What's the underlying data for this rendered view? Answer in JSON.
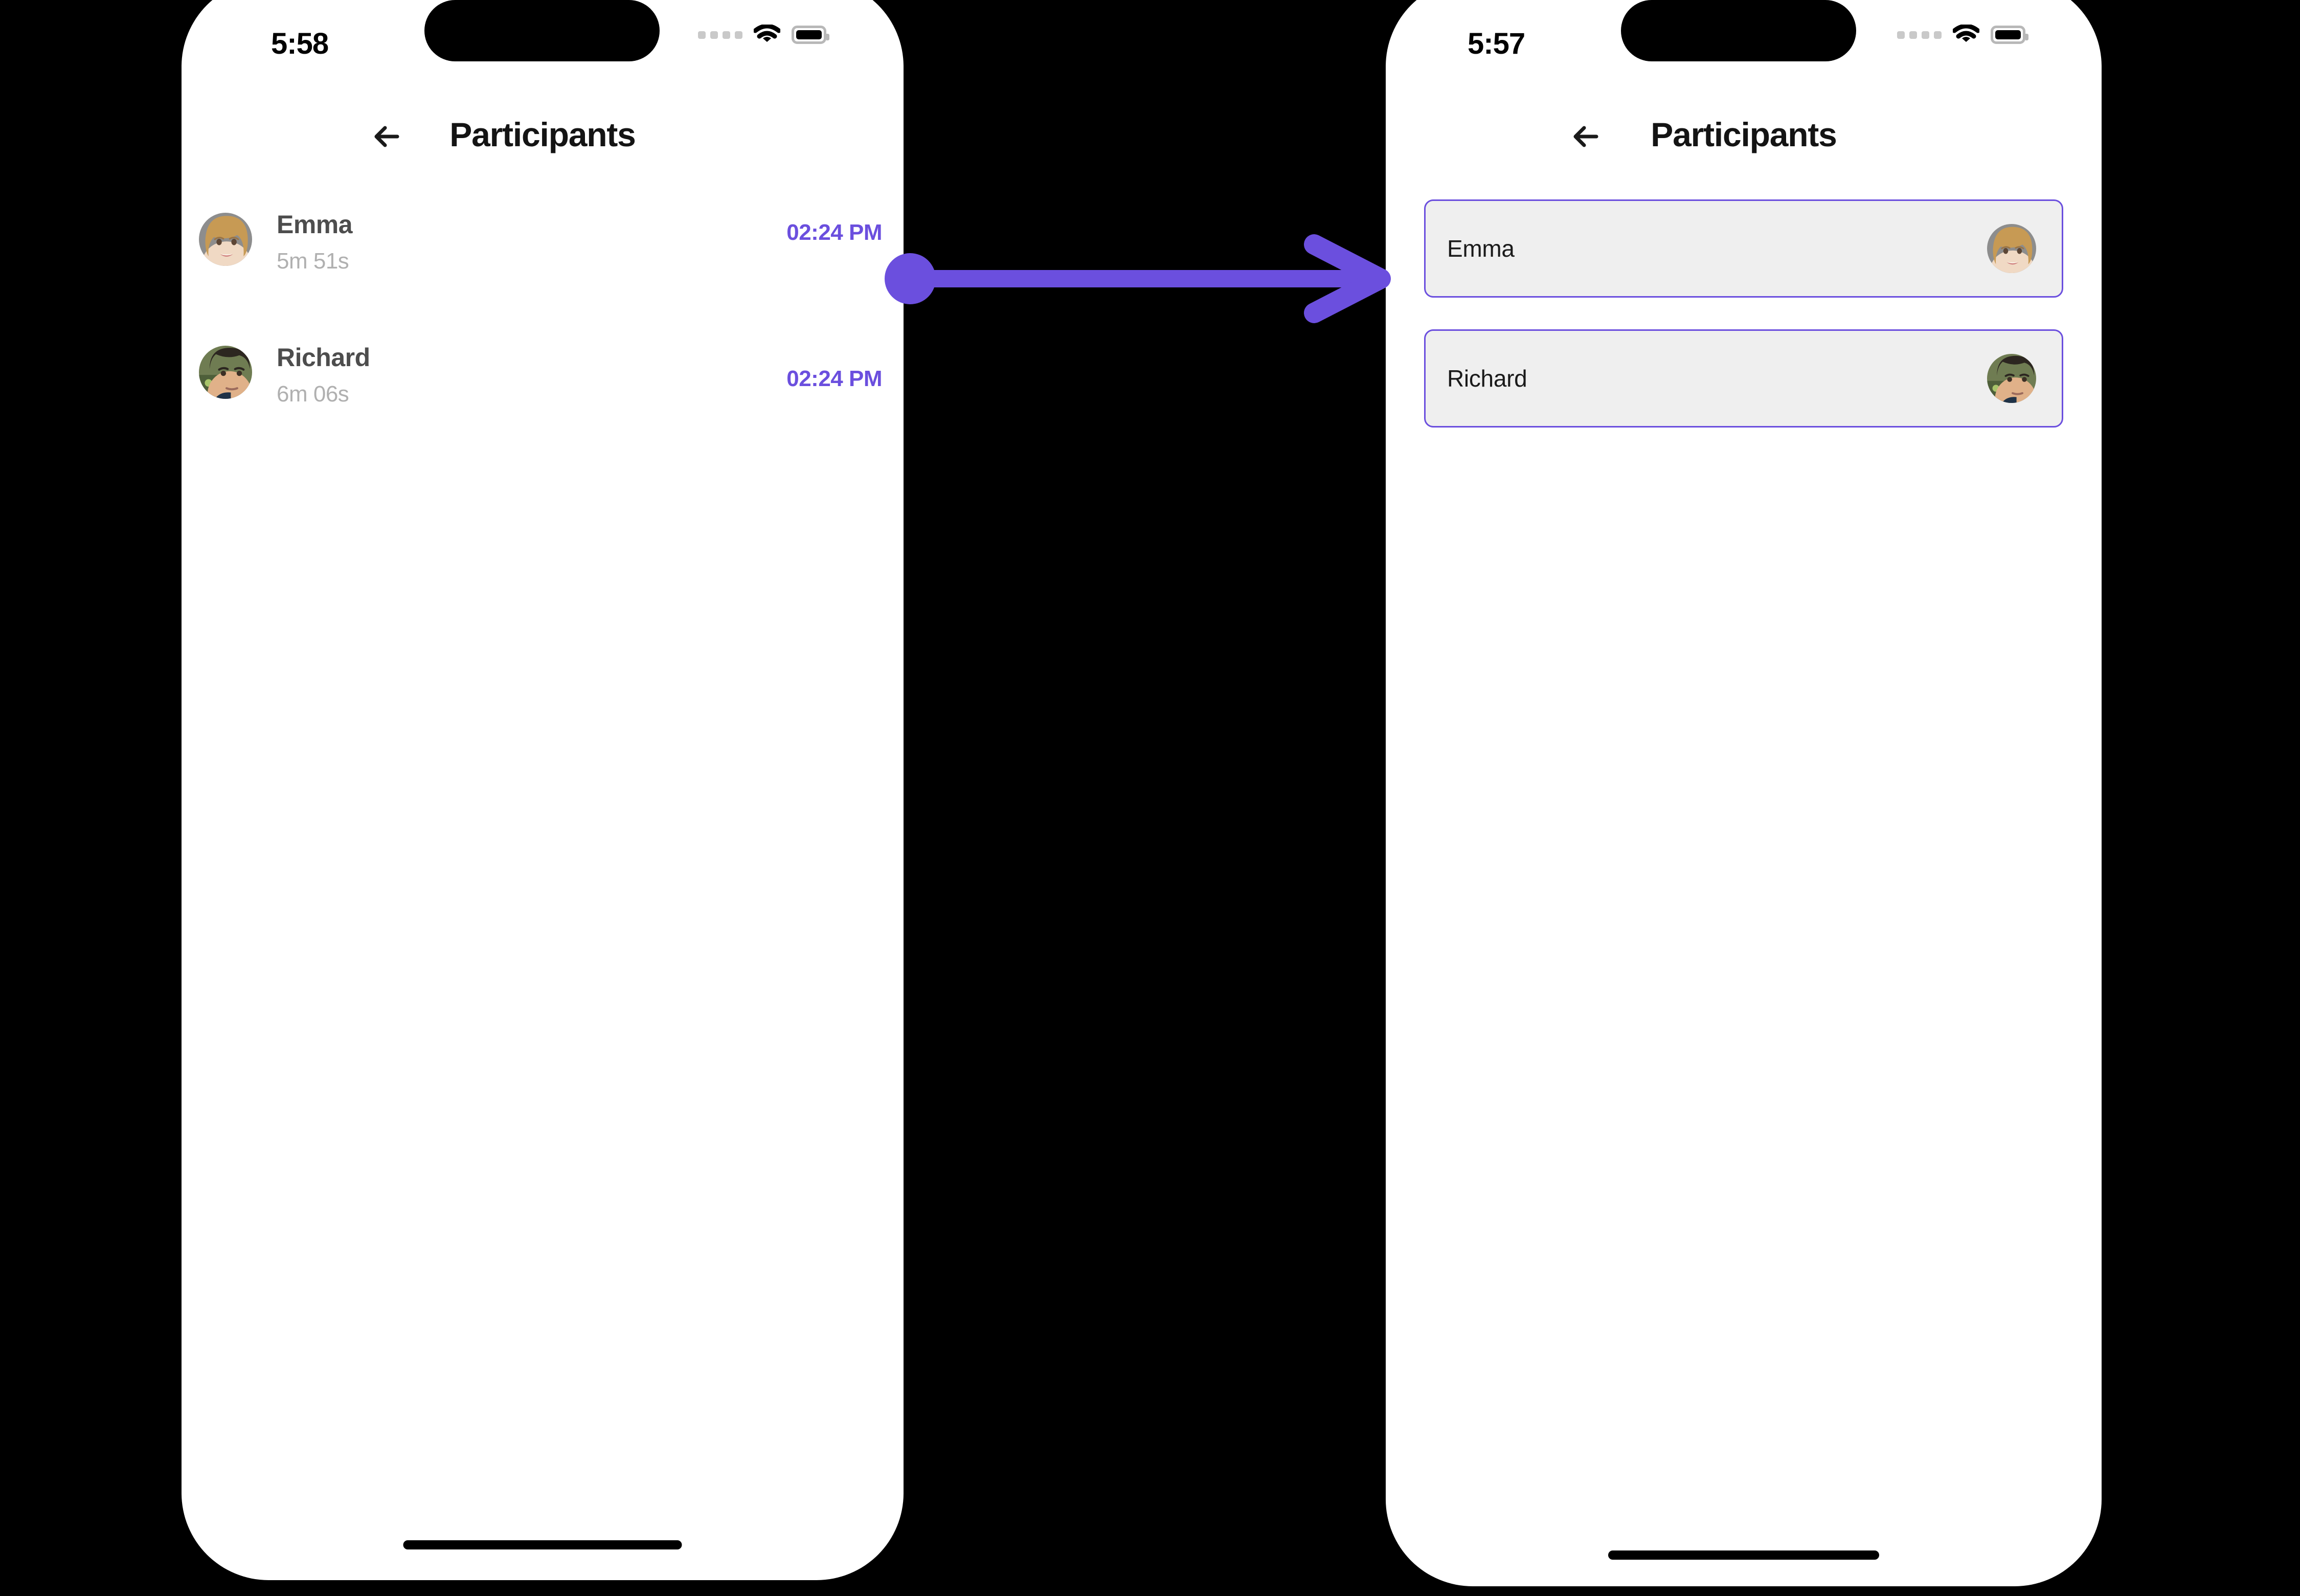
{
  "accent_color": "#6B4FDE",
  "card_bg": "#EFEFEF",
  "screens": [
    {
      "id": "before",
      "status_bar": {
        "time": "5:58",
        "cellular": "signal-dots",
        "wifi": "wifi-icon",
        "battery": "battery-icon"
      },
      "nav": {
        "back": "back-arrow-icon",
        "title": "Participants"
      },
      "participants": [
        {
          "name": "Emma",
          "duration": "5m 51s",
          "time": "02:24 PM",
          "avatar": "emma-avatar"
        },
        {
          "name": "Richard",
          "duration": "6m 06s",
          "time": "02:24 PM",
          "avatar": "richard-avatar"
        }
      ]
    },
    {
      "id": "after",
      "status_bar": {
        "time": "5:57",
        "cellular": "signal-dots",
        "wifi": "wifi-icon",
        "battery": "battery-icon"
      },
      "nav": {
        "back": "back-arrow-icon",
        "title": "Participants"
      },
      "participants": [
        {
          "name": "Emma",
          "avatar": "emma-avatar"
        },
        {
          "name": "Richard",
          "avatar": "richard-avatar"
        }
      ]
    }
  ],
  "annotation": {
    "type": "transition-arrow",
    "color": "#6B4FDE",
    "from": "emma-row-time",
    "to": "after-screen"
  }
}
